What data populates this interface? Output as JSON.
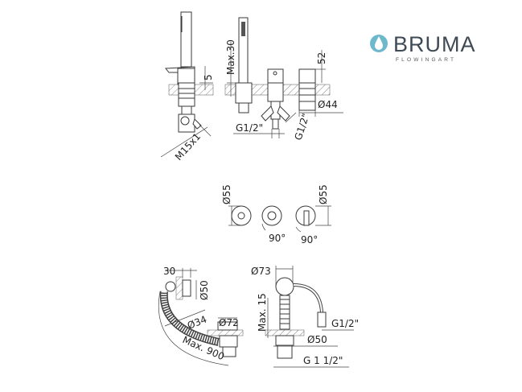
{
  "logo": {
    "brand": "BRUMA",
    "tagline": "FLOWINGART",
    "accent": "#6db8cc",
    "text_color": "#3f4a55"
  },
  "top_view": {
    "dim_deck_thickness": "5",
    "dim_max_deck": "Max.30",
    "dim_height": "52",
    "dim_diameter": "Ø44",
    "dim_thread_left": "G1/2\"",
    "dim_thread_right": "G1/2\"",
    "dim_hose_thread": "M15x1"
  },
  "middle_view": {
    "dim_diameter_left": "Ø55",
    "dim_diameter_right": "Ø55",
    "rotation_left": "90°",
    "rotation_right": "90°"
  },
  "bottom_view": {
    "dim_depth": "30",
    "dim_overflow_diameter": "Ø50",
    "dim_hose_diameter": "Ø34",
    "dim_waste_diameter": "Ø72",
    "dim_max_length": "Max. 900",
    "dim_filler_diameter": "Ø73",
    "dim_max_deck": "Max. 15",
    "dim_inlet_thread": "G1/2\"",
    "dim_base_diameter": "Ø50",
    "dim_outlet_thread": "G 1 1/2\""
  }
}
